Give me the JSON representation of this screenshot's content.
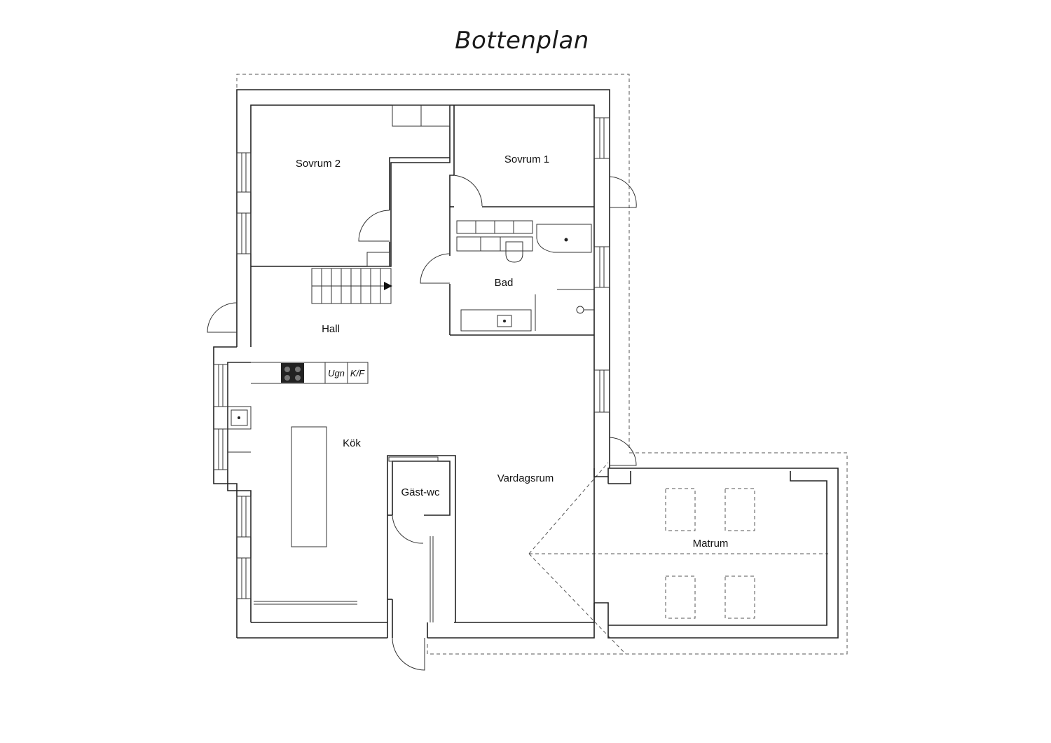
{
  "title": "Bottenplan",
  "rooms": {
    "sovrum2": "Sovrum 2",
    "sovrum1": "Sovrum 1",
    "bad": "Bad",
    "hall": "Hall",
    "kok": "Kök",
    "gastwc": "Gäst-wc",
    "vardagsrum": "Vardagsrum",
    "matrum": "Matrum"
  },
  "appliances": {
    "oven": "Ugn",
    "fridge": "K/F"
  }
}
